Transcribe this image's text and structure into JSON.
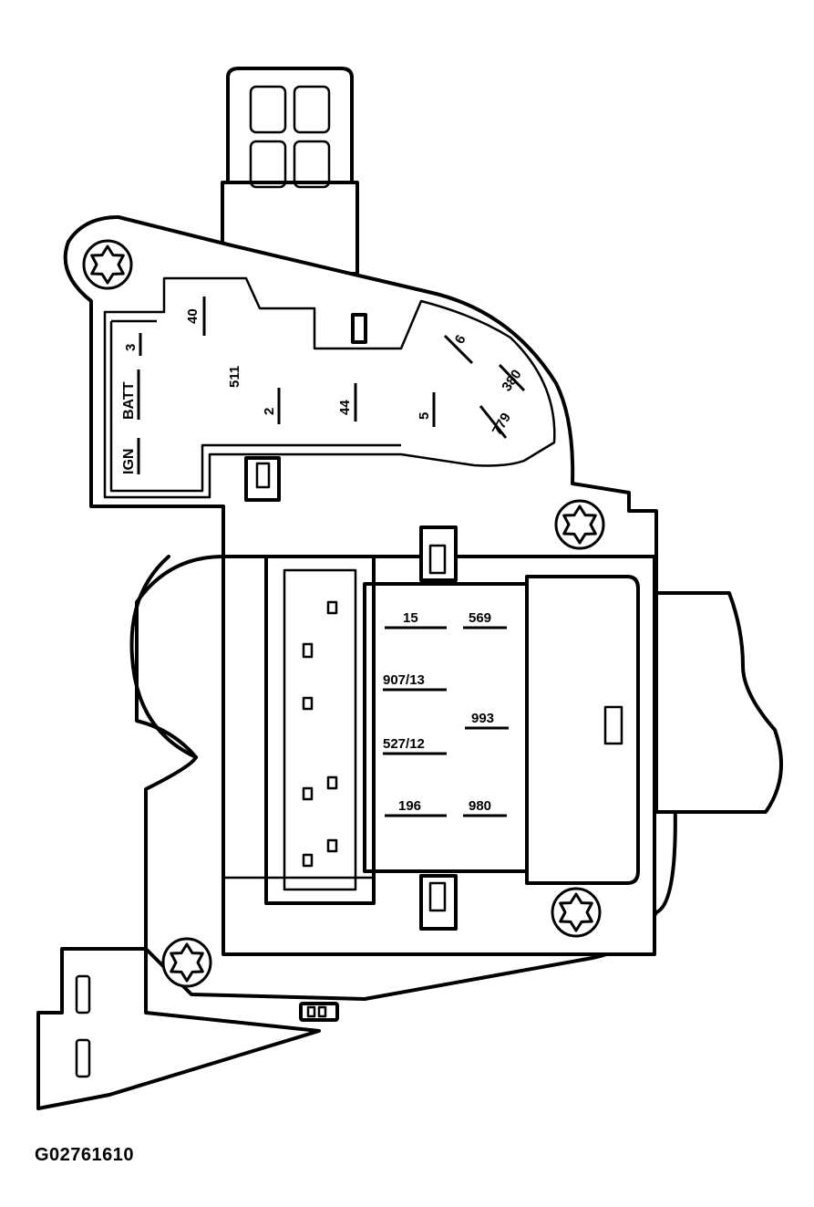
{
  "diagram": {
    "upper_labels": [
      "40",
      "3",
      "511",
      "BATT",
      "2",
      "IGN",
      "44",
      "5",
      "6",
      "380",
      "779"
    ],
    "lower_left_labels": [
      "15",
      "907/13",
      "527/12",
      "196"
    ],
    "lower_right_labels": [
      "569",
      "993",
      "980"
    ],
    "icons": [
      "torx-screw-icon",
      "connector-plug-icon"
    ]
  },
  "figure_id": "G02761610"
}
